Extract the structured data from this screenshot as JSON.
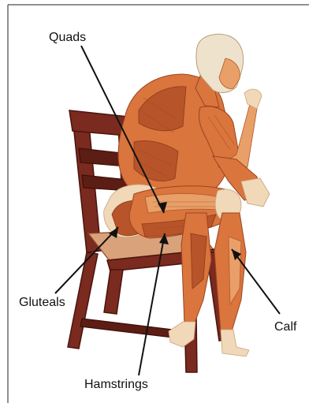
{
  "labels": {
    "quads": "Quads",
    "gluteals": "Gluteals",
    "hamstrings": "Hamstrings",
    "calf": "Calf"
  }
}
